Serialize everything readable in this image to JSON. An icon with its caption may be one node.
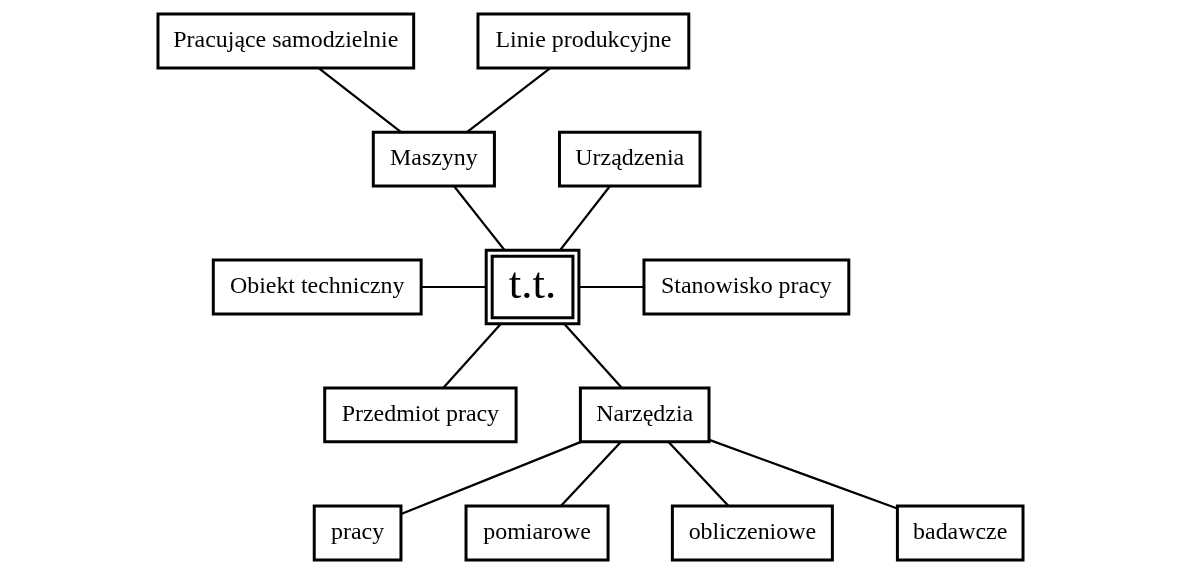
{
  "diagram": {
    "nodes": [
      {
        "text": [
          "Pracujące samodzielnie"
        ]
      },
      {
        "text": [
          "Linie produkcyjne"
        ]
      },
      {
        "text": [
          "Maszyny"
        ]
      },
      {
        "text": [
          "Obiekt techniczny"
        ]
      },
      {
        "text": [
          "Urządzenia"
        ]
      },
      {
        "text": [
          "t.t."
        ]
      },
      {
        "text": [
          "Stanowisko pracy"
        ]
      },
      {
        "text": [
          "Przedmiot pracy"
        ]
      },
      {
        "text": [
          "Narzędzia"
        ]
      },
      {
        "text": [
          "pracy"
        ]
      },
      {
        "text": [
          "pomiarowe"
        ]
      },
      {
        "text": [
          "obliczeniowe"
        ]
      },
      {
        "text": [
          "badawcze"
        ]
      }
    ],
    "edges": [
      {
        "from": 0,
        "to": 2,
        "arrow": "none"
      },
      {
        "from": 1,
        "to": 2,
        "arrow": "none"
      },
      {
        "from": 2,
        "to": 5,
        "arrow": "none"
      },
      {
        "from": 3,
        "to": 5,
        "arrow": "none"
      },
      {
        "from": 4,
        "to": 5,
        "arrow": "none"
      },
      {
        "from": 5,
        "to": 6,
        "arrow": "none"
      },
      {
        "from": 5,
        "to": 7,
        "arrow": "none"
      },
      {
        "from": 5,
        "to": 8,
        "arrow": "none"
      },
      {
        "from": 8,
        "to": 9,
        "arrow": "none"
      },
      {
        "from": 8,
        "to": 10,
        "arrow": "none"
      },
      {
        "from": 8,
        "to": 11,
        "arrow": "none"
      },
      {
        "from": 8,
        "to": 12,
        "arrow": "none"
      }
    ]
  }
}
